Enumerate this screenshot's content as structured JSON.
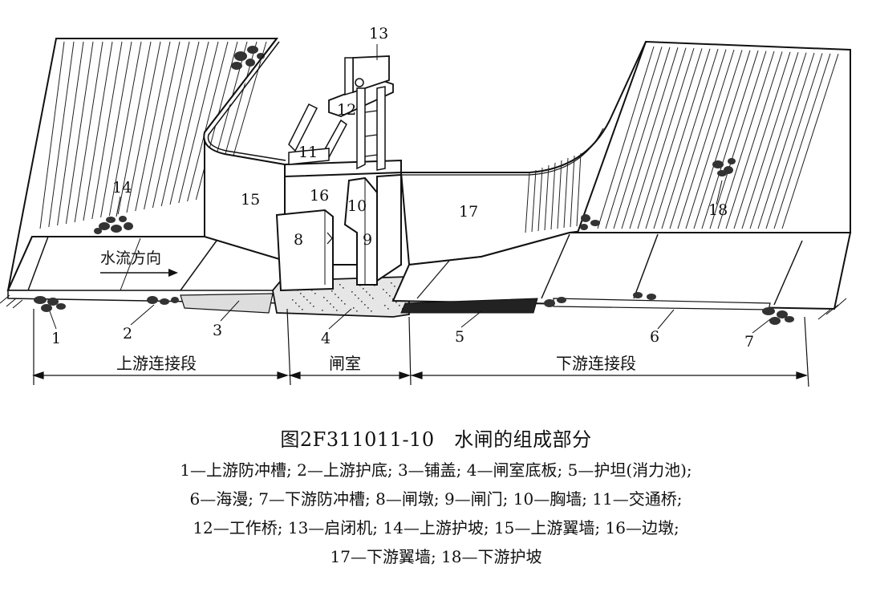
{
  "labels": {
    "n1": "1",
    "n2": "2",
    "n3": "3",
    "n4": "4",
    "n5": "5",
    "n6": "6",
    "n7": "7",
    "n8": "8",
    "n9": "9",
    "n10": "10",
    "n11": "11",
    "n12": "12",
    "n13": "13",
    "n14": "14",
    "n15": "15",
    "n16": "16",
    "n17": "17",
    "n18": "18"
  },
  "flow_direction": "水流方向",
  "sections": {
    "upstream": "上游连接段",
    "chamber": "闸室",
    "downstream": "下游连接段"
  },
  "figure_title": "图2F311011-10　水闸的组成部分",
  "legend_lines": [
    "1—上游防冲槽; 2—上游护底; 3—铺盖; 4—闸室底板; 5—护坦(消力池);",
    "6—海漫; 7—下游防冲槽; 8—闸墩; 9—闸门; 10—胸墙; 11—交通桥;",
    "12—工作桥; 13—启闭机; 14—上游护坡; 15—上游翼墙; 16—边墩;",
    "17—下游翼墙; 18—下游护坡"
  ]
}
